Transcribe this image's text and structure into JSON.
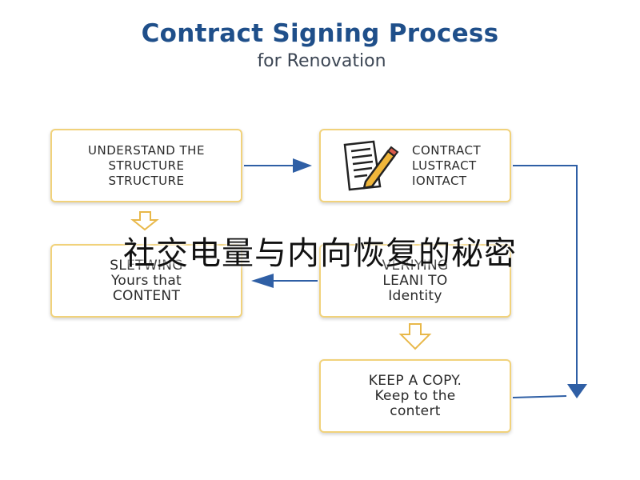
{
  "title": "Contract Signing Process",
  "subtitle": "for Renovation",
  "steps": [
    {
      "lines": [
        "UNDERSTAND THE",
        "STRUCTURE",
        "STRUCTURE"
      ]
    },
    {
      "lines": [
        "CONTRACT",
        "LUSTRACT",
        "IONTACT"
      ],
      "icon": "contract-document-pen-icon"
    },
    {
      "lines": [
        "SLETWING",
        "Yours that",
        "CONTENT"
      ]
    },
    {
      "lines": [
        "VERIYING",
        "LEANI TO",
        "Identity"
      ]
    },
    {
      "lines": [
        "KEEP A COPY.",
        "Keep to the",
        "contert"
      ]
    }
  ],
  "overlay_caption": "社交电量与内向恢复的秘密",
  "colors": {
    "title": "#1f4f8a",
    "box_border": "#f1d27b",
    "arrow_blue": "#2f5fa5",
    "arrow_yellow": "#e8b84a"
  }
}
